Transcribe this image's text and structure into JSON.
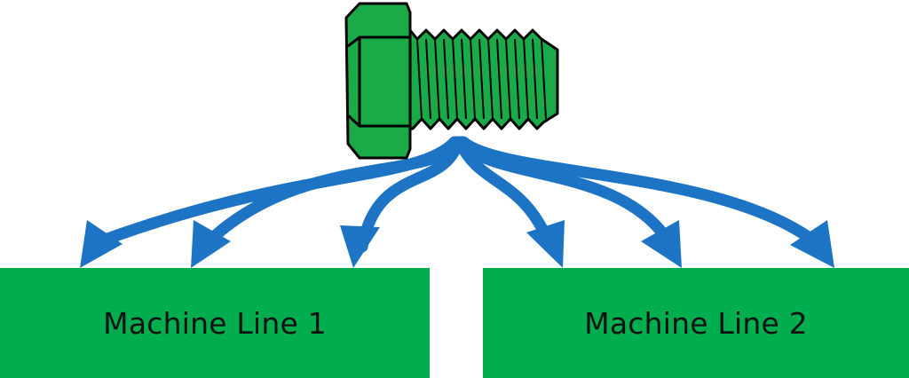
{
  "colors": {
    "bolt": "#1aab48",
    "bolt_outline": "#000000",
    "arrow": "#1d73c4",
    "machine_box": "#00ad4f",
    "label_text": "#111111",
    "background": "#ffffff"
  },
  "icons": {
    "bolt": "hex-bolt-icon"
  },
  "machine_lines": [
    {
      "label": "Machine Line 1",
      "arrow_count": 3
    },
    {
      "label": "Machine Line 2",
      "arrow_count": 3
    }
  ]
}
